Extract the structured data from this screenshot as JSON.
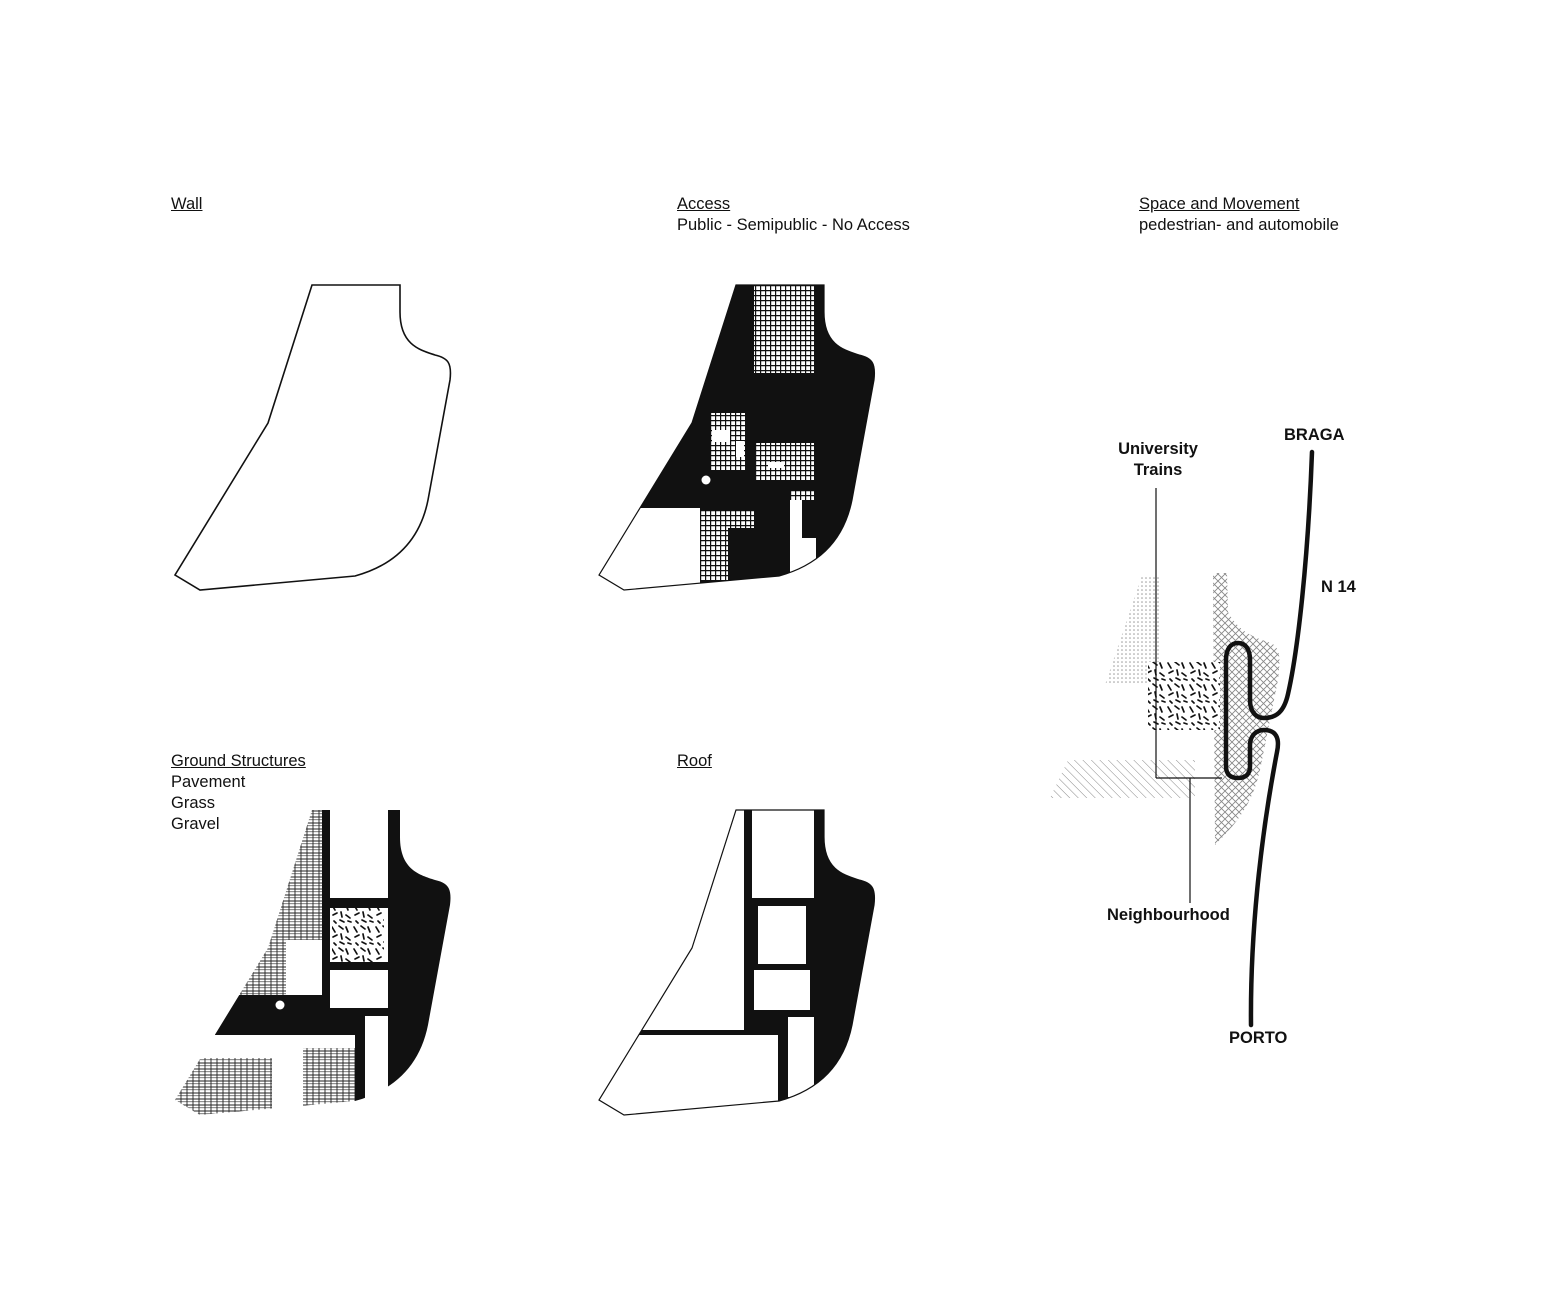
{
  "panels": {
    "wall": {
      "title": "Wall"
    },
    "access": {
      "title": "Access",
      "subtitle": "Public - Semipublic - No Access"
    },
    "space": {
      "title": "Space and Movement",
      "subtitle": "pedestrian- and automobile"
    },
    "ground": {
      "title": "Ground Structures",
      "items": [
        "Pavement",
        "Grass",
        "Gravel"
      ]
    },
    "roof": {
      "title": "Roof"
    }
  },
  "map_labels": {
    "university": [
      "University",
      "Trains"
    ],
    "braga": "BRAGA",
    "n14": "N 14",
    "neighbourhood": "Neighbourhood",
    "porto": "PORTO"
  },
  "colors": {
    "ink": "#111111",
    "paper": "#ffffff",
    "grey_hatch": "#888888"
  }
}
